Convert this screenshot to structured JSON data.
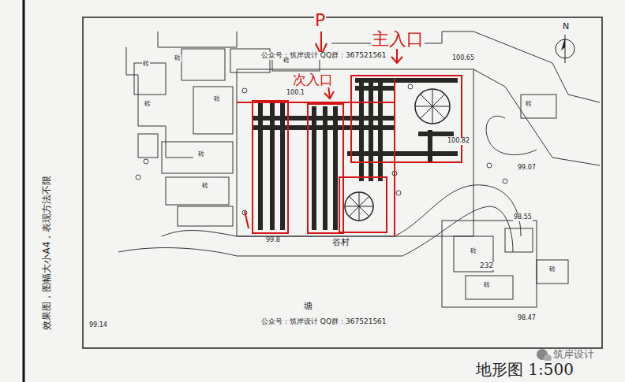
{
  "diagram": {
    "caption": "地形图 1:500",
    "labels": [
      "公众号：筑岸设计  QQ群：367521561",
      "公众号：筑岸设计  QQ群：367521561",
      "100.65",
      "100.1",
      "100.82",
      "99.07",
      "98.55",
      "232",
      "98.47",
      "99.14",
      "99.8",
      "谷村",
      "塘",
      "砖",
      "砖",
      "砖",
      "砖",
      "砖",
      "砖",
      "砖",
      "砖",
      "砖",
      "砖",
      "砖",
      "N",
      "P",
      "主入口",
      "次入口",
      "筑岸设计",
      "效果图，图幅大小A4，表现方法不限"
    ]
  }
}
